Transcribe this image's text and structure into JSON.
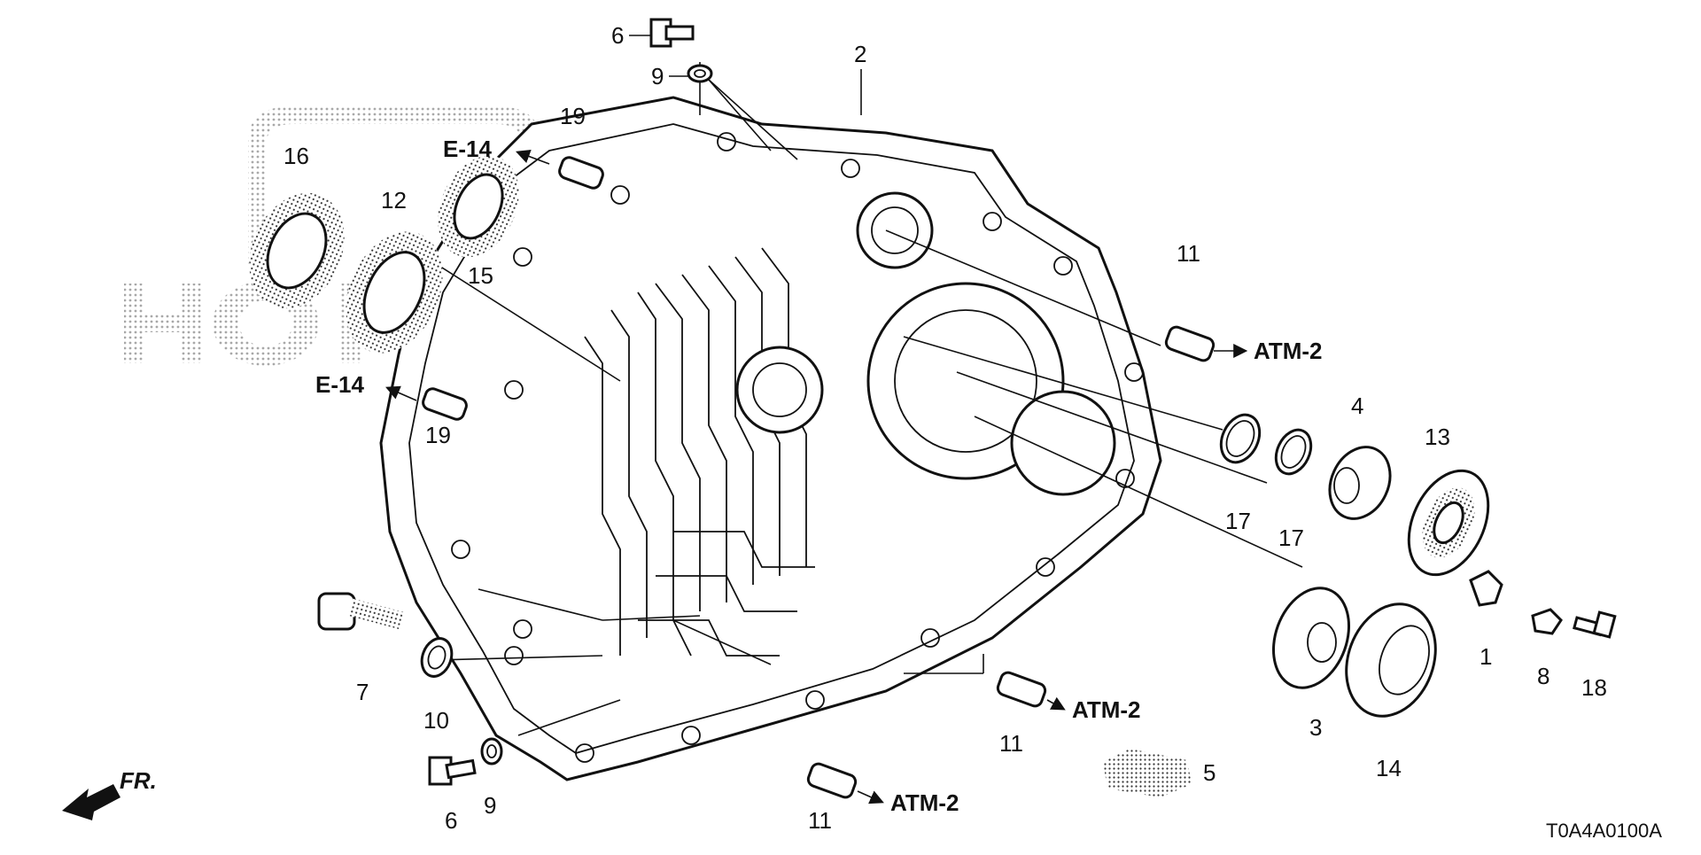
{
  "diagram": {
    "diagram_code": "T0A4A0100A",
    "front_marker": "FR.",
    "callouts": {
      "c1": "1",
      "c2": "2",
      "c3": "3",
      "c4": "4",
      "c5": "5",
      "c6a": "6",
      "c6b": "6",
      "c7": "7",
      "c8": "8",
      "c9a": "9",
      "c9b": "9",
      "c10": "10",
      "c11a": "11",
      "c11b": "11",
      "c11c": "11",
      "c12": "12",
      "c13": "13",
      "c14": "14",
      "c15": "15",
      "c16": "16",
      "c17a": "17",
      "c17b": "17",
      "c18": "18",
      "c19a": "19",
      "c19b": "19"
    },
    "references": {
      "e14_top": "E-14",
      "e14_mid": "E-14",
      "atm2_right": "ATM-2",
      "atm2_center": "ATM-2",
      "atm2_bottom": "ATM-2"
    }
  }
}
